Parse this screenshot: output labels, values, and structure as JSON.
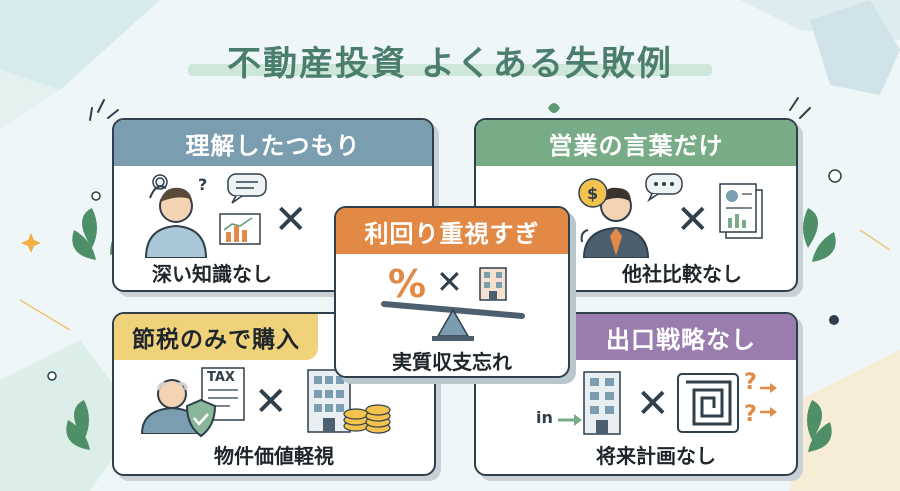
{
  "title": "不動産投資 よくある失敗例",
  "colors": {
    "title": "#4b7e6c",
    "blue_header": "#7a9daf",
    "green_header": "#78ac86",
    "orange_header": "#e28a45",
    "yellow_header": "#f0d27a",
    "purple_header": "#9b7cae"
  },
  "cards": {
    "understanding": {
      "header": "理解したつもり",
      "caption": "深い知識なし"
    },
    "sales_talk": {
      "header": "営業の言葉だけ",
      "caption": "他社比較なし"
    },
    "yield_focus": {
      "header": "利回り重視すぎ",
      "caption": "実質収支忘れ",
      "percent": "%"
    },
    "tax_only": {
      "header": "節税のみで購入",
      "caption": "物件価値軽視",
      "tax_label": "TAX"
    },
    "no_exit": {
      "header": "出口戦略なし",
      "caption": "将来計画なし",
      "in_label": "in",
      "question_marks": "?"
    }
  },
  "icons": [
    "confused-person-icon",
    "speech-bubble-icon",
    "chart-board-icon",
    "cross-icon",
    "salesperson-icon",
    "dollar-icon",
    "document-icon",
    "scale-icon",
    "building-icon",
    "elder-person-icon",
    "shield-icon",
    "coins-icon",
    "maze-icon",
    "leaf-icon"
  ]
}
